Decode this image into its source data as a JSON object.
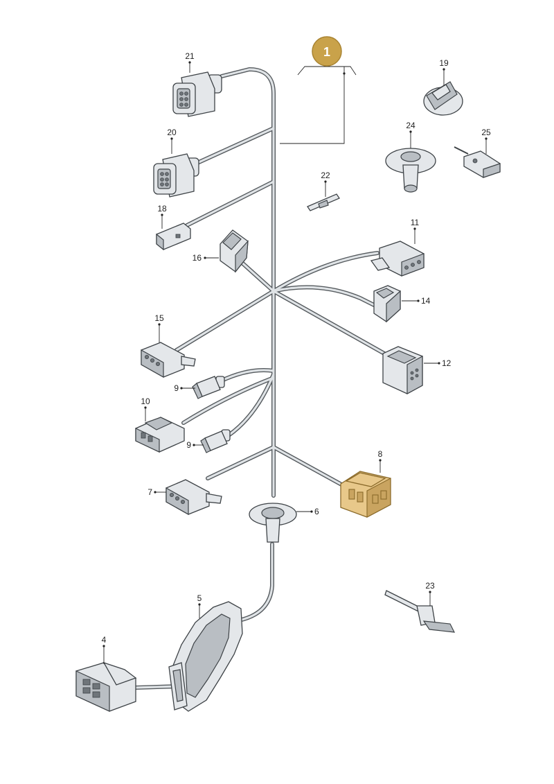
{
  "badge": {
    "label": "1",
    "color": "#c9a24a"
  },
  "callouts": [
    {
      "id": "21",
      "label": "21"
    },
    {
      "id": "20",
      "label": "20"
    },
    {
      "id": "18",
      "label": "18"
    },
    {
      "id": "16",
      "label": "16"
    },
    {
      "id": "15",
      "label": "15"
    },
    {
      "id": "9a",
      "label": "9"
    },
    {
      "id": "10",
      "label": "10"
    },
    {
      "id": "9b",
      "label": "9"
    },
    {
      "id": "7",
      "label": "7"
    },
    {
      "id": "6",
      "label": "6"
    },
    {
      "id": "5",
      "label": "5"
    },
    {
      "id": "4",
      "label": "4"
    },
    {
      "id": "8",
      "label": "8"
    },
    {
      "id": "12",
      "label": "12"
    },
    {
      "id": "14",
      "label": "14"
    },
    {
      "id": "11",
      "label": "11"
    },
    {
      "id": "22",
      "label": "22"
    },
    {
      "id": "19",
      "label": "19"
    },
    {
      "id": "24",
      "label": "24"
    },
    {
      "id": "25",
      "label": "25"
    },
    {
      "id": "23",
      "label": "23"
    }
  ],
  "highlight_color": "#e8c88a"
}
